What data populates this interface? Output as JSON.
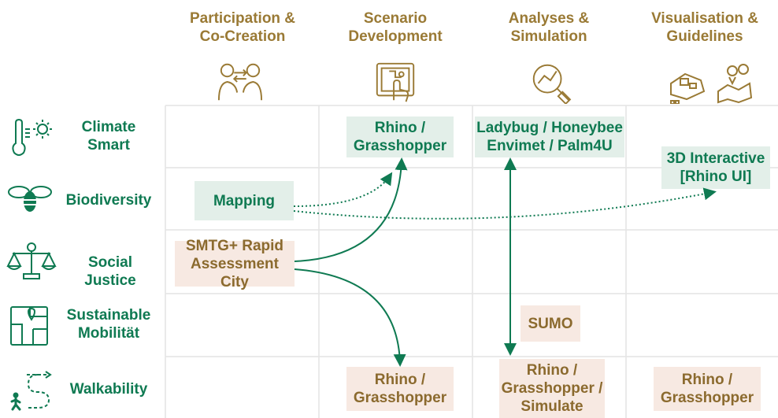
{
  "columns": [
    {
      "line1": "Participation &",
      "line2": "Co-Creation",
      "icon": "people-exchange-icon"
    },
    {
      "line1": "Scenario",
      "line2": "Development",
      "icon": "touchscreen-icon"
    },
    {
      "line1": "Analyses &",
      "line2": "Simulation",
      "icon": "magnifier-chart-icon"
    },
    {
      "line1": "Visualisation &",
      "line2": "Guidelines",
      "icon": "map-pins-icon"
    }
  ],
  "rows": [
    {
      "line1": "Climate",
      "line2": "Smart",
      "icon": "thermometer-sun-icon"
    },
    {
      "line1": "Biodiversity",
      "line2": "",
      "icon": "bee-icon"
    },
    {
      "line1": "Social Justice",
      "line2": "",
      "icon": "scales-icon"
    },
    {
      "line1": "Sustainable",
      "line2": "Mobilität",
      "icon": "map-icon"
    },
    {
      "line1": "Walkability",
      "line2": "",
      "icon": "walker-path-icon"
    }
  ],
  "boxes": {
    "rhino_gh_top": {
      "line1": "Rhino /",
      "line2": "Grasshopper"
    },
    "ladybug": {
      "line1": "Ladybug / Honeybee",
      "line2": "Envimet / Palm4U"
    },
    "interactive": {
      "line1": "3D Interactive",
      "line2": "[Rhino UI]"
    },
    "mapping": {
      "line1": "Mapping"
    },
    "smtg": {
      "line1": "SMTG+ Rapid",
      "line2": "Assessment City"
    },
    "sumo": {
      "line1": "SUMO"
    },
    "rhino_gh_bottom1": {
      "line1": "Rhino /",
      "line2": "Grasshopper"
    },
    "rhino_gh_sim": {
      "line1": "Rhino /",
      "line2": "Grasshopper /",
      "line3": "Simulate"
    },
    "rhino_gh_bottom3": {
      "line1": "Rhino /",
      "line2": "Grasshopper"
    }
  },
  "colors": {
    "green": "#0f7a52",
    "gold": "#9a7a35",
    "grid": "#e4e4e4"
  }
}
